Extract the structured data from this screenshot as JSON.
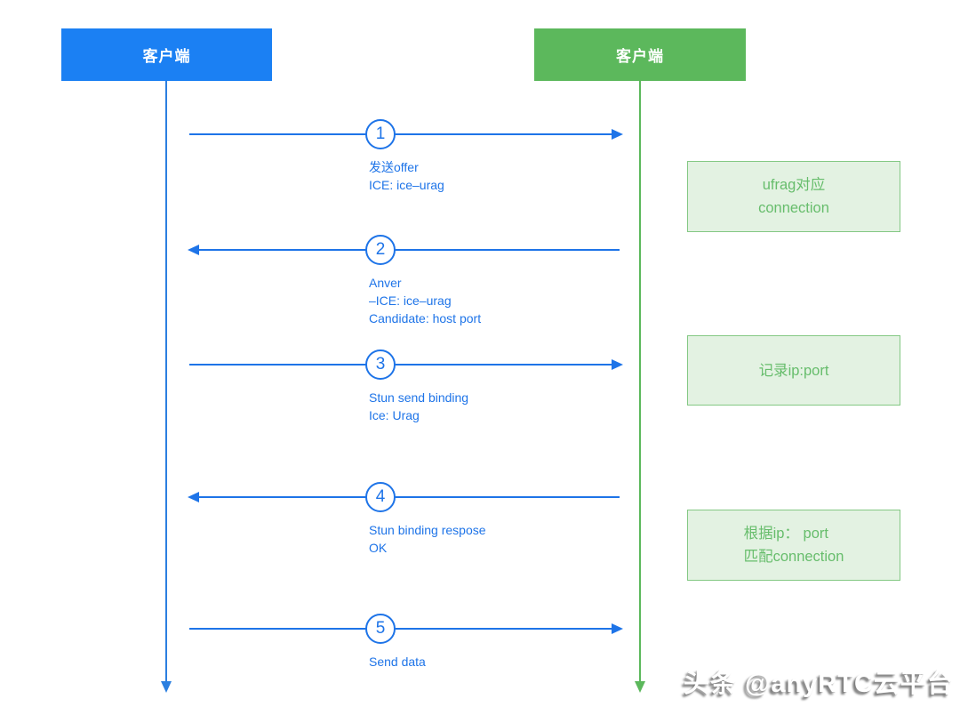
{
  "actors": [
    {
      "label": "客户端",
      "color": "#1b80f3",
      "side": "left"
    },
    {
      "label": "客户端",
      "color": "#5cb85c",
      "side": "right"
    }
  ],
  "messages": [
    {
      "num": "1",
      "direction": "right",
      "lines": [
        "发送offer",
        "ICE: ice–urag"
      ]
    },
    {
      "num": "2",
      "direction": "left",
      "lines": [
        "Anver",
        "–ICE: ice–urag",
        "Candidate: host port"
      ]
    },
    {
      "num": "3",
      "direction": "right",
      "lines": [
        "Stun send binding",
        "Ice: Urag"
      ]
    },
    {
      "num": "4",
      "direction": "left",
      "lines": [
        "Stun binding respose",
        "OK"
      ]
    },
    {
      "num": "5",
      "direction": "right",
      "lines": [
        "Send data"
      ]
    }
  ],
  "notes": [
    {
      "lines": [
        "ufrag对应",
        "connection"
      ]
    },
    {
      "lines": [
        "记录ip:port"
      ]
    },
    {
      "lines": [
        "根据ip： port",
        "匹配connection"
      ]
    }
  ],
  "watermark": "头条 @anyRTC云平台",
  "colors": {
    "actor_left_bg": "#1b80f3",
    "actor_right_bg": "#5cb85c",
    "message_blue": "#1e74e8",
    "lifeline_left": "#2b7fe0",
    "lifeline_right": "#5cb85c",
    "note_bg": "#e3f2e2",
    "note_border": "#84c884",
    "note_text": "#67bd6c"
  }
}
